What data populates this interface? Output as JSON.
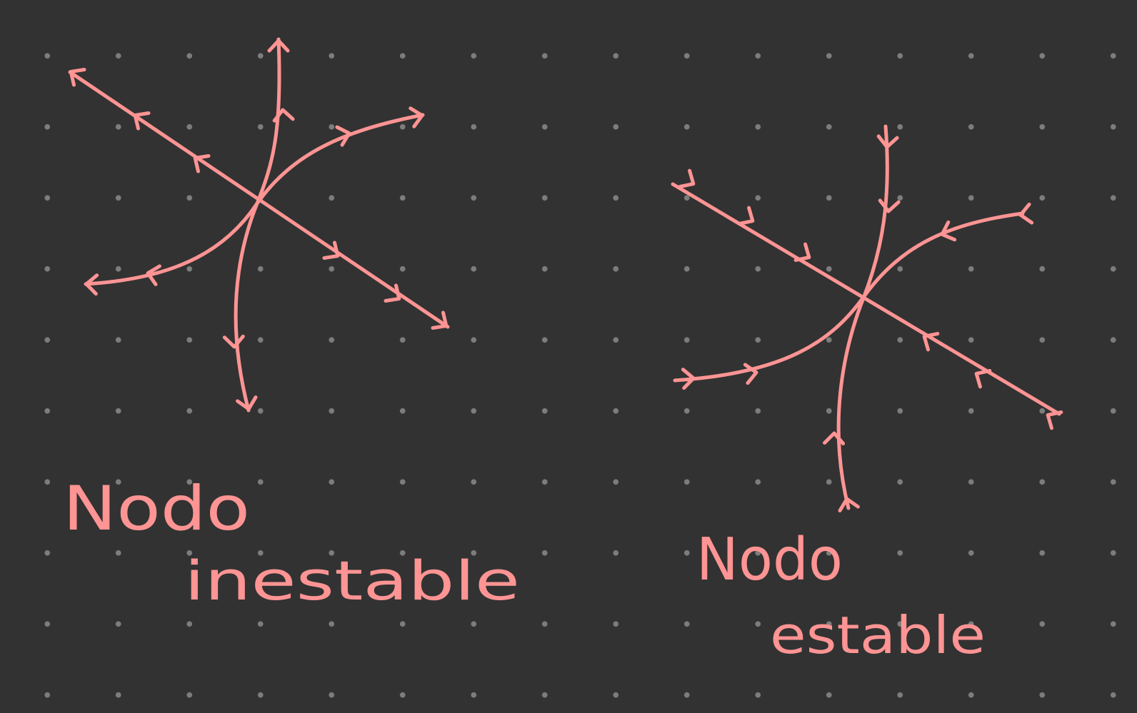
{
  "colors": {
    "background": "#323232",
    "grid_dot": "#7d7d7d",
    "ink": "#ff9494"
  },
  "labels": {
    "unstable_line1": "Nodo",
    "unstable_line2": "inestable",
    "stable_line1": "Nodo",
    "stable_line2": "estable"
  }
}
